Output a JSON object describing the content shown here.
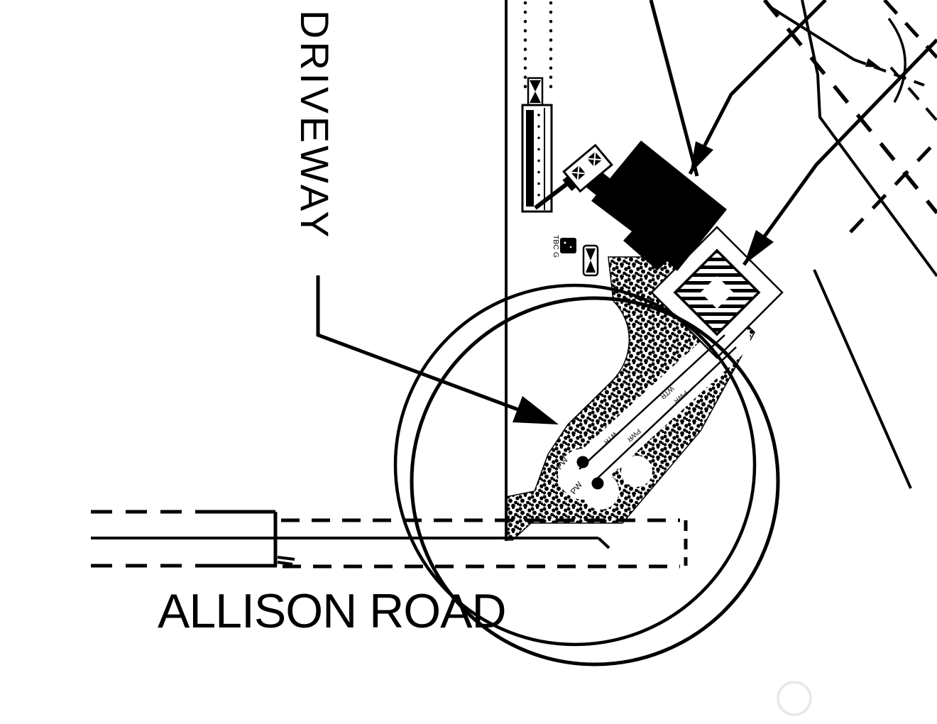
{
  "page": {
    "background": "#ffffff",
    "ink_color": "#000000",
    "faint_circle_color": "#e8e8e8"
  },
  "labels": {
    "driveway": "DRIVEWAY",
    "street": "ALLISON ROAD",
    "tbc": "TBC G"
  },
  "utility": {
    "water": "WTR",
    "power": "PWR",
    "service": "PW"
  }
}
